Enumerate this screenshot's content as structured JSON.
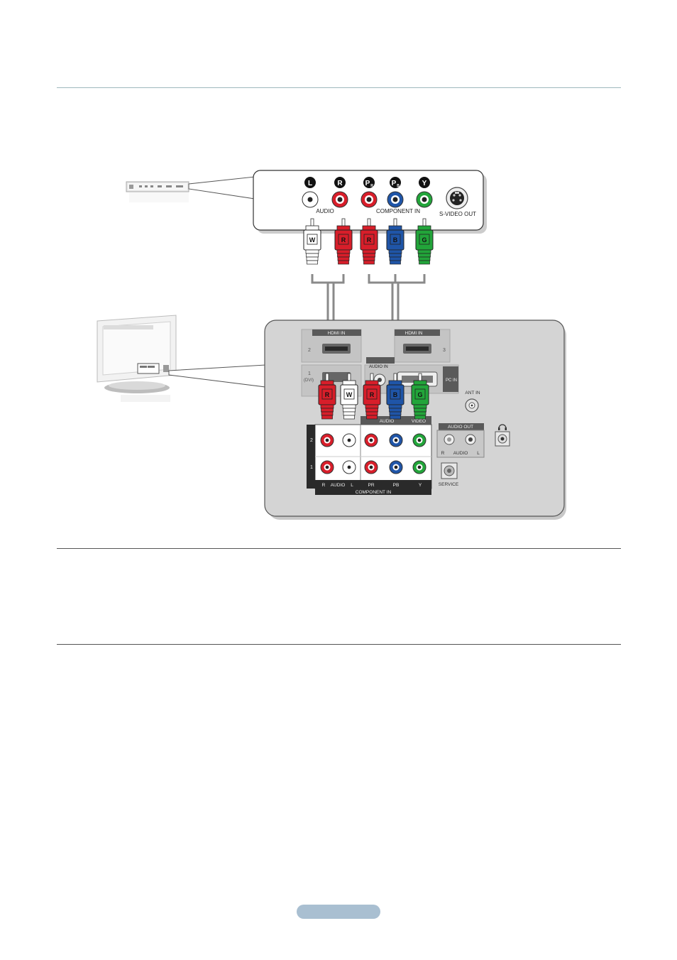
{
  "colors": {
    "red": "#d81e2a",
    "blue": "#1f55a8",
    "green": "#22a53a",
    "white": "#ffffff",
    "cable": "#8a8a8a",
    "panel": "#d4d4d4",
    "divider": "#9fb9bd"
  },
  "source_panel": {
    "jack_letters": [
      "L",
      "R",
      "PR",
      "PB",
      "Y"
    ],
    "audio_label": "AUDIO",
    "component_label": "COMPONENT IN",
    "svideo_label": "S-VIDEO OUT"
  },
  "plugs_top": [
    "W",
    "R",
    "R",
    "B",
    "G"
  ],
  "plugs_tv": [
    "R",
    "W",
    "R",
    "B",
    "G"
  ],
  "tv_panel": {
    "hdmi_in_2": {
      "label": "HDMI IN",
      "number": "2"
    },
    "hdmi_in_3": {
      "label": "HDMI IN",
      "number": "3"
    },
    "hdmi_in_1": {
      "number": "1",
      "sub": "(DVI)"
    },
    "audio_in_label": "AUDIO IN",
    "pc_in_label": "PC IN",
    "ant_in_label": "ANT IN",
    "audio_video_row": [
      "AUDIO",
      "VIDEO"
    ],
    "row_numbers": [
      "2",
      "1"
    ],
    "bottom_labels": [
      "R",
      "AUDIO",
      "L",
      "PR",
      "PB",
      "Y"
    ],
    "component_in_label": "COMPONENT IN",
    "audio_out_label": "AUDIO OUT",
    "audio_out_sub": [
      "R",
      "AUDIO",
      "L"
    ],
    "service_label": "SERVICE",
    "headphone_icon": "headphone-icon"
  }
}
